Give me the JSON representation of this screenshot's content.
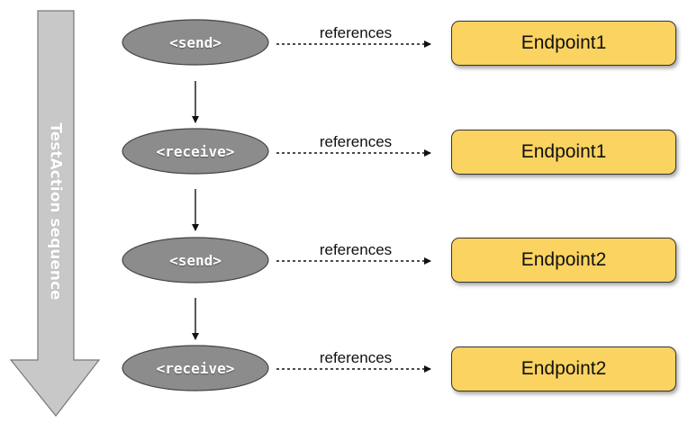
{
  "sequence_label": "TestAction sequence",
  "colors": {
    "action_fill": "#8c8c8c",
    "endpoint_fill": "#fbd360",
    "arrow_fill": "#c8c8c8"
  },
  "steps": [
    {
      "action": "<send>",
      "relation": "references",
      "endpoint": "Endpoint1"
    },
    {
      "action": "<receive>",
      "relation": "references",
      "endpoint": "Endpoint1"
    },
    {
      "action": "<send>",
      "relation": "references",
      "endpoint": "Endpoint2"
    },
    {
      "action": "<receive>",
      "relation": "references",
      "endpoint": "Endpoint2"
    }
  ]
}
